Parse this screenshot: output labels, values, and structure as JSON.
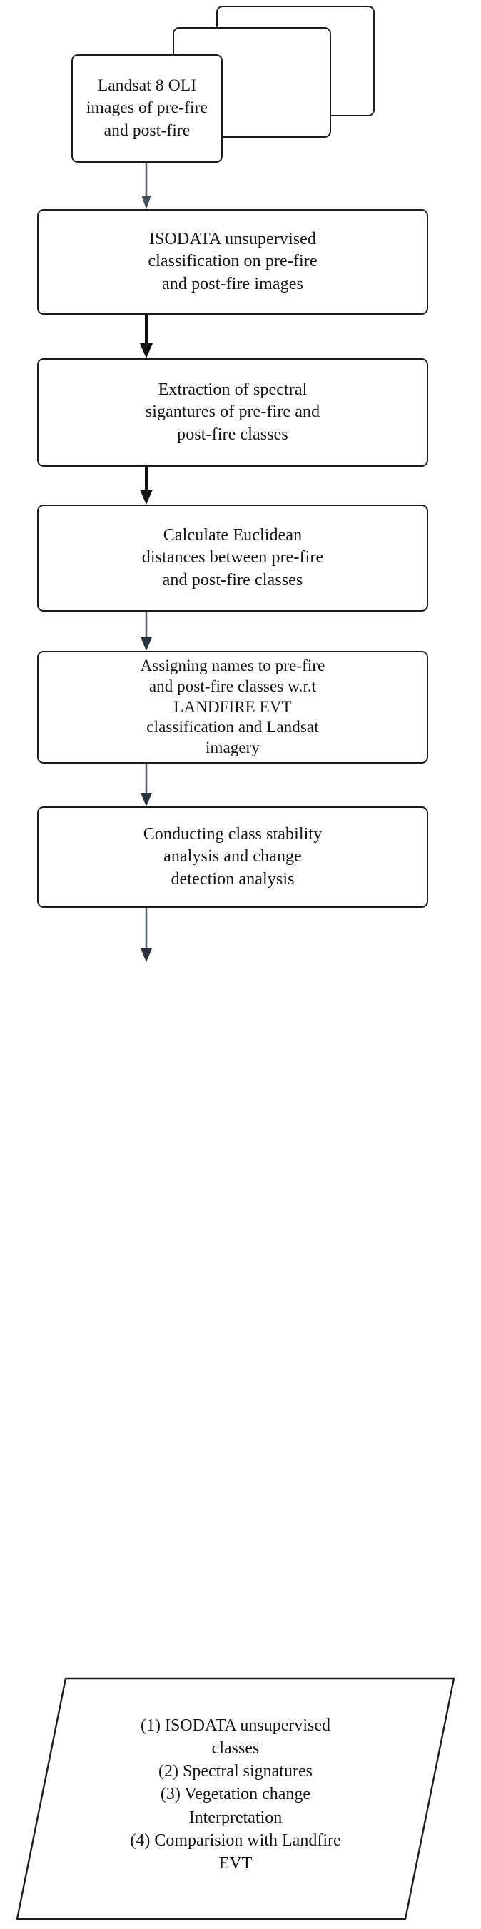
{
  "diagram": {
    "title": "Landsat 8 OLI pre/post-fire ISODATA methodology flowchart",
    "orientation": "top-to-bottom",
    "colors": {
      "shape_stroke": "#1c1c1c",
      "shape_fill": "#ffffff",
      "text": "#141414",
      "arrow_thin": "#5a6472",
      "arrow_thick": "#111111"
    }
  },
  "nodes": {
    "input_stack": {
      "shape": "stacked-document",
      "layers": 3,
      "label": "Landsat 8 OLI\nimages of pre-fire\nand post-fire"
    },
    "step1": {
      "shape": "rounded-rect",
      "label": "ISODATA unsupervised\nclassification on pre-fire\nand post-fire images"
    },
    "step2": {
      "shape": "rounded-rect",
      "label": "Extraction of spectral\nsigantures of pre-fire and\npost-fire classes"
    },
    "step3": {
      "shape": "rounded-rect",
      "label": "Calculate Euclidean\ndistances between pre-fire\nand post-fire classes"
    },
    "step4": {
      "shape": "rounded-rect",
      "label": "Assigning names to pre-fire\nand post-fire classes w.r.t\nLANDFIRE EVT\nclassification and Landsat\nimagery"
    },
    "step5": {
      "shape": "rounded-rect",
      "label": "Conducting class stability\nanalysis and change\ndetection analysis"
    },
    "output": {
      "shape": "parallelogram",
      "label": "(1) ISODATA unsupervised\nclasses\n(2) Spectral signatures\n(3) Vegetation change\nInterpretation\n(4) Comparision with Landfire\nEVT",
      "items": [
        "(1) ISODATA unsupervised classes",
        "(2) Spectral signatures",
        "(3) Vegetation change Interpretation",
        "(4) Comparision with Landfire EVT"
      ]
    }
  },
  "edges": [
    {
      "from": "input_stack",
      "to": "step1",
      "style": "thin",
      "arrowhead": "filled-triangle"
    },
    {
      "from": "step1",
      "to": "step2",
      "style": "thick",
      "arrowhead": "filled-triangle"
    },
    {
      "from": "step2",
      "to": "step3",
      "style": "thick",
      "arrowhead": "filled-triangle"
    },
    {
      "from": "step3",
      "to": "step4",
      "style": "thin",
      "arrowhead": "filled-triangle"
    },
    {
      "from": "step4",
      "to": "step5",
      "style": "thin",
      "arrowhead": "filled-triangle"
    },
    {
      "from": "step5",
      "to": "output",
      "style": "thin",
      "arrowhead": "filled-triangle"
    }
  ]
}
